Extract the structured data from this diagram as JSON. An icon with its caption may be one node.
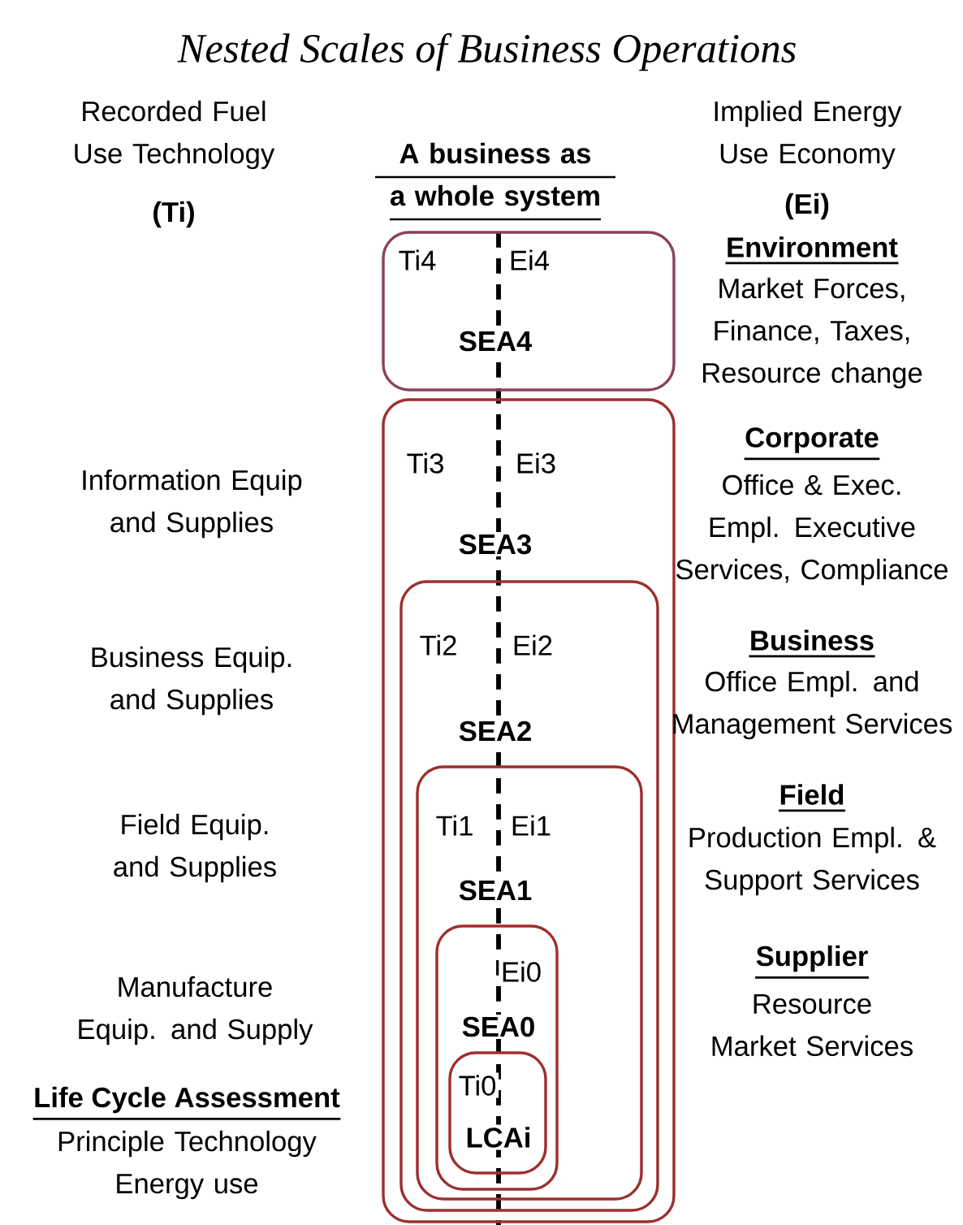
{
  "diagram": {
    "title": "Nested Scales of Business Operations",
    "nodes": [
      {
        "text": [
          "Ti4",
          "Ei4",
          "SEA4"
        ]
      },
      {
        "text": [
          "Ti3",
          "Ei3",
          "SEA3"
        ]
      },
      {
        "text": [
          "Ti2",
          "Ei2",
          "SEA2"
        ],
        "in": 1
      },
      {
        "text": [
          "Ti1",
          "Ei1",
          "SEA1"
        ],
        "in": 2
      },
      {
        "text": [
          "Ei0",
          "SEA0"
        ],
        "in": 3
      },
      {
        "text": [
          "Ti0",
          "LCAi"
        ],
        "in": 4
      }
    ],
    "labels": [
      "Recorded Fuel Use Technology",
      "Implied Energy Use Economy",
      "A business as a whole system",
      "(Ti)",
      "(Ei)",
      "Environment",
      "Market  Forces, Finance, Taxes, Resource change",
      "Information Equip and Supplies",
      "Corporate",
      "Office & Exec. Empl. Executive Services, Compliance",
      "Business Equip. and Supplies",
      "Business",
      "Office Empl. and Management Services",
      "Field Equip. and Supplies",
      "Field",
      "Production Empl. & Support Services",
      "Manufacture Equip. and Supply",
      "Supplier",
      "Resource Market Services",
      "Life Cycle Assessment",
      "Principle Technology Energy use"
    ]
  }
}
